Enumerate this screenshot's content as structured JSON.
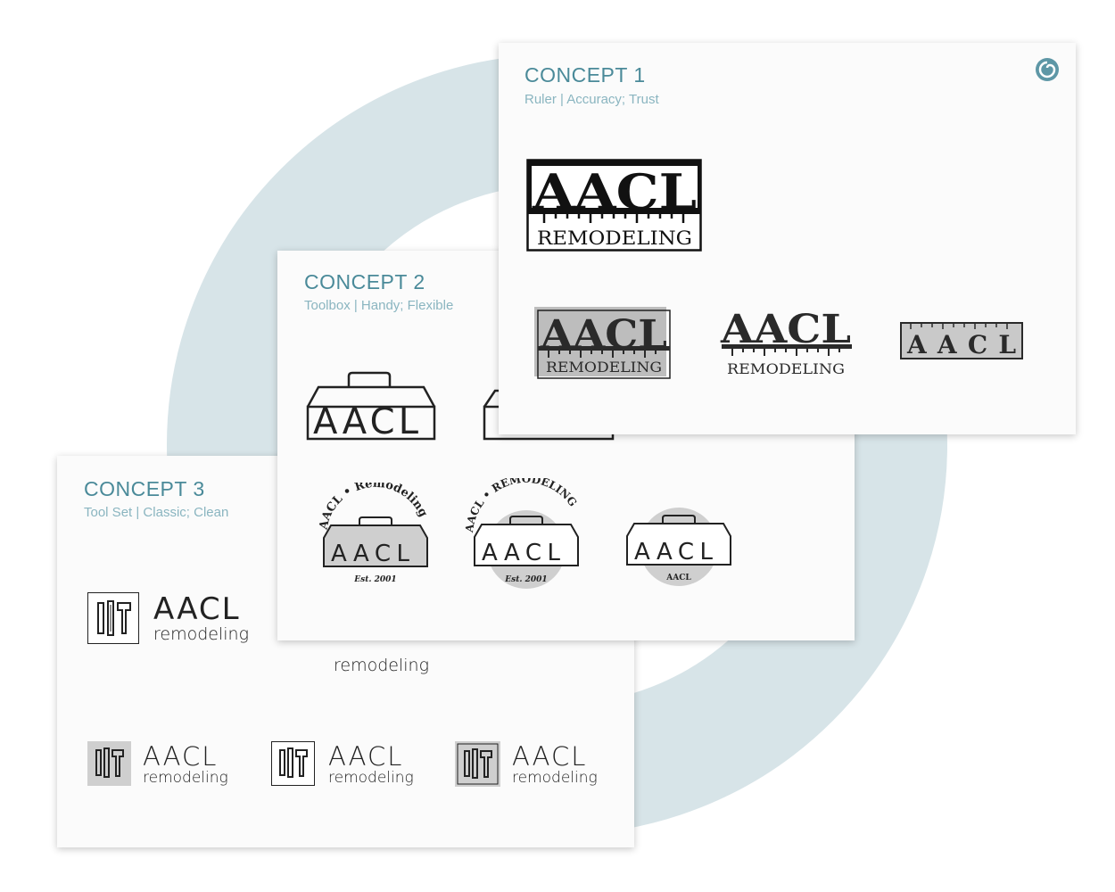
{
  "colors": {
    "accent": "#4a8a99",
    "subtitle": "#8ab5c0",
    "ring": "#d7e4e8",
    "card": "#fbfbfb"
  },
  "concept1": {
    "title": "CONCEPT 1",
    "subtitle": "Ruler | Accuracy; Trust",
    "logo_name": "AACL",
    "logo_tagline": "REMODELING",
    "icon": "swirl-logo-icon"
  },
  "concept2": {
    "title": "CONCEPT 2",
    "subtitle": "Toolbox | Handy; Flexible",
    "logo_name": "AACL",
    "arc_mixed": "AACL • Remodeling",
    "arc_caps": "AACL • REMODELING",
    "est": "Est. 2001"
  },
  "concept3": {
    "title": "CONCEPT 3",
    "subtitle": "Tool Set | Classic; Clean",
    "logo_name": "AACL",
    "logo_tagline": "remodeling"
  }
}
